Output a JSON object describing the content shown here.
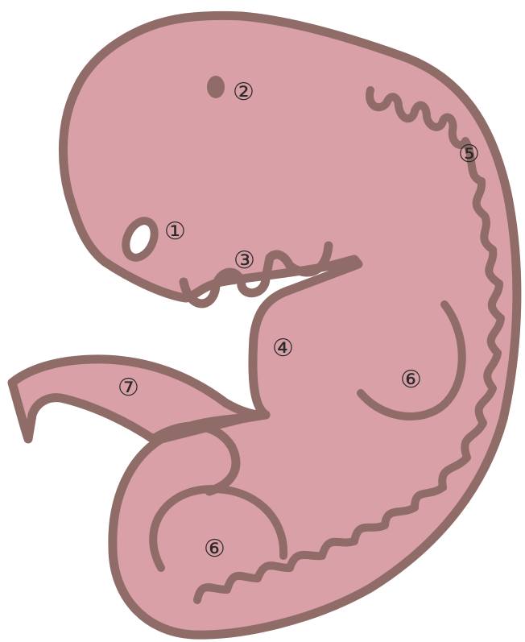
{
  "diagram": {
    "colors": {
      "body_fill": "#d9a0a7",
      "outline": "#8f6c67",
      "text": "#2a2a2a"
    },
    "labels": {
      "eye": "①",
      "ear": "②",
      "pharyngeal_arches": "③",
      "heart_bulge": "④",
      "somites": "⑤",
      "limb_bud_upper": "⑥",
      "limb_bud_lower": "⑥",
      "umbilical_stalk": "⑦"
    }
  }
}
